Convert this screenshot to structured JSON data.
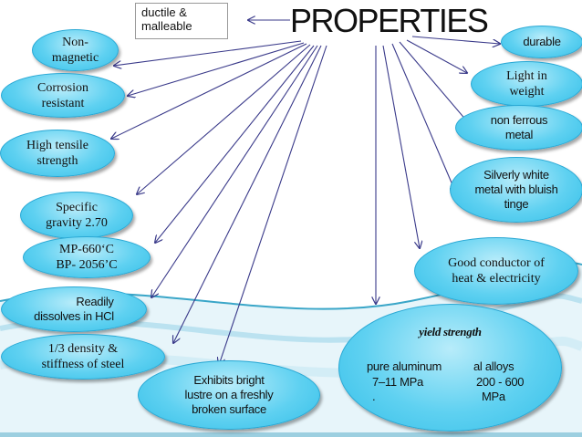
{
  "title": "PROPERTIES",
  "nodes": {
    "ductile": "ductile & malleable",
    "durable": "durable",
    "non_magnetic": "Non-magnetic",
    "light_weight": "Light in weight",
    "corrosion": "Corrosion resistant",
    "non_ferrous": "non ferrous metal",
    "tensile": "High tensile strength",
    "silverly": "Silverly white metal with bluish tinge",
    "specific_gravity": "Specific gravity 2.70",
    "conductor": "Good conductor of heat & electricity",
    "mp_bp_line1": "MP-660‘C",
    "mp_bp_line2": "BP- 2056’C",
    "hcl_line1": "Readily",
    "hcl_line2": "dissolves in HCl",
    "density": "1/3 density & stiffness of steel",
    "lustre": "Exhibits bright lustre on a freshly broken surface"
  },
  "yield": {
    "heading": "yield strength",
    "pure_label": "pure aluminum",
    "pure_value": "7–11 MPa",
    "pure_dot": ".",
    "alloy_label": "al alloys",
    "alloy_value": "200 - 600",
    "alloy_unit": "MPa"
  },
  "colors": {
    "bubble": "#5fd1f1",
    "bubble_border": "#2aa8d4",
    "line": "#3a3a8a",
    "background_stripe": "#3aa6c8"
  }
}
